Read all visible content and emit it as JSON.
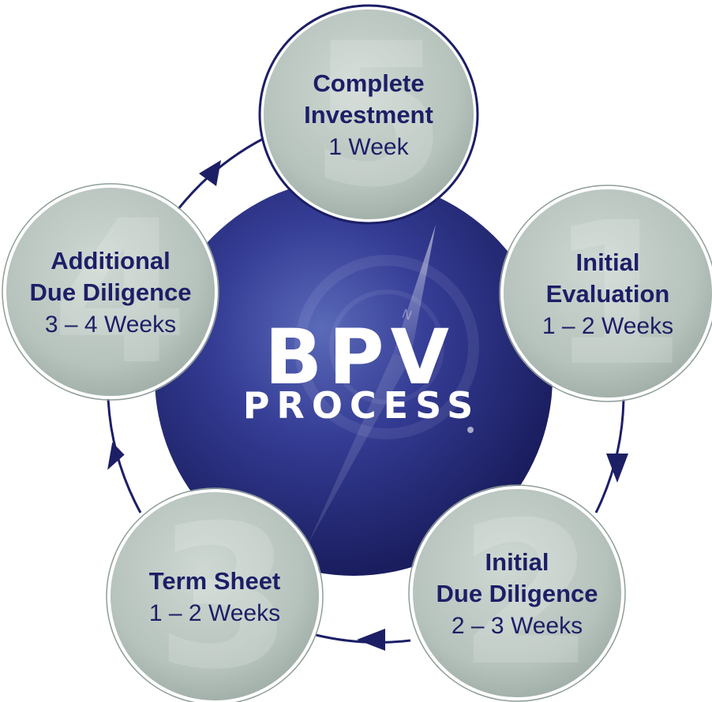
{
  "center": {
    "title": "BPV",
    "subtitle": "PROCESS",
    "compass_letter": "N"
  },
  "steps": [
    {
      "number": "1",
      "title_lines": [
        "Initial",
        "Evaluation"
      ],
      "duration": "1 – 2 Weeks"
    },
    {
      "number": "2",
      "title_lines": [
        "Initial",
        "Due Diligence"
      ],
      "duration": "2 – 3 Weeks"
    },
    {
      "number": "3",
      "title_lines": [
        "Term Sheet"
      ],
      "duration": "1 – 2 Weeks"
    },
    {
      "number": "4",
      "title_lines": [
        "Additional",
        "Due Diligence"
      ],
      "duration": "3 – 4 Weeks"
    },
    {
      "number": "5",
      "title_lines": [
        "Complete",
        "Investment"
      ],
      "duration": "1 Week"
    }
  ],
  "colors": {
    "navy": "#1c1f66",
    "center_dark": "#1e2167",
    "center_light": "#4d5cb0",
    "step_fill": "#b7c3bd",
    "step_edge": "#8f9e98",
    "arrow": "#1c1f66"
  }
}
